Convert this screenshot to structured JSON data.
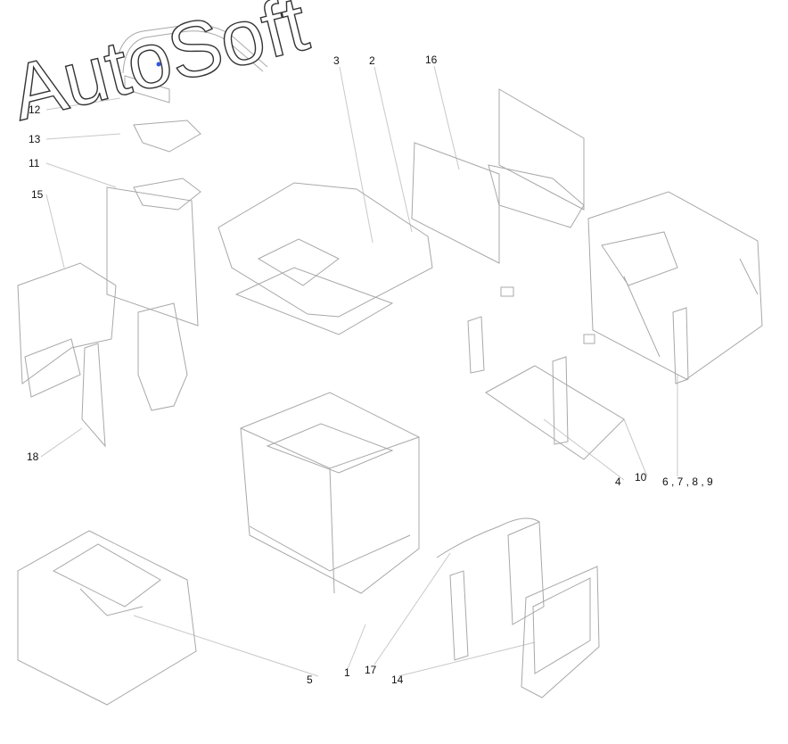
{
  "callouts": {
    "c1": "1",
    "c2": "2",
    "c3": "3",
    "c4": "4",
    "c5": "5",
    "c6789": "6 , 7 , 8 , 9",
    "c10": "10",
    "c11": "11",
    "c12": "12",
    "c13": "13",
    "c14": "14",
    "c15": "15",
    "c16": "16",
    "c17": "17",
    "c18": "18"
  },
  "watermark": {
    "text": "AutoSoft"
  },
  "colors": {
    "line": "#c8c8c8",
    "part": "#a8a8a8",
    "text": "#111111",
    "watermark_dot": "#3355dd"
  }
}
